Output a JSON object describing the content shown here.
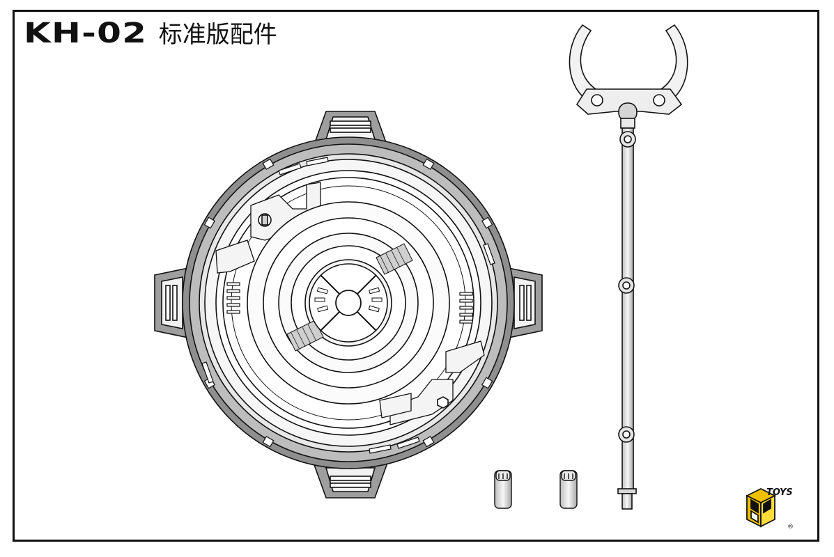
{
  "title": {
    "code": "KH-02",
    "label": "标准版配件"
  },
  "brand": {
    "text": "TOYS",
    "registered": "®"
  },
  "colors": {
    "line": "#111111",
    "fill_light": "#f4f4f4",
    "fill_mid": "#cfcfcf",
    "fill_dark": "#9a9a9a"
  },
  "parts": [
    {
      "name": "display-base"
    },
    {
      "name": "support-arm"
    },
    {
      "name": "peg-1"
    },
    {
      "name": "peg-2"
    }
  ]
}
